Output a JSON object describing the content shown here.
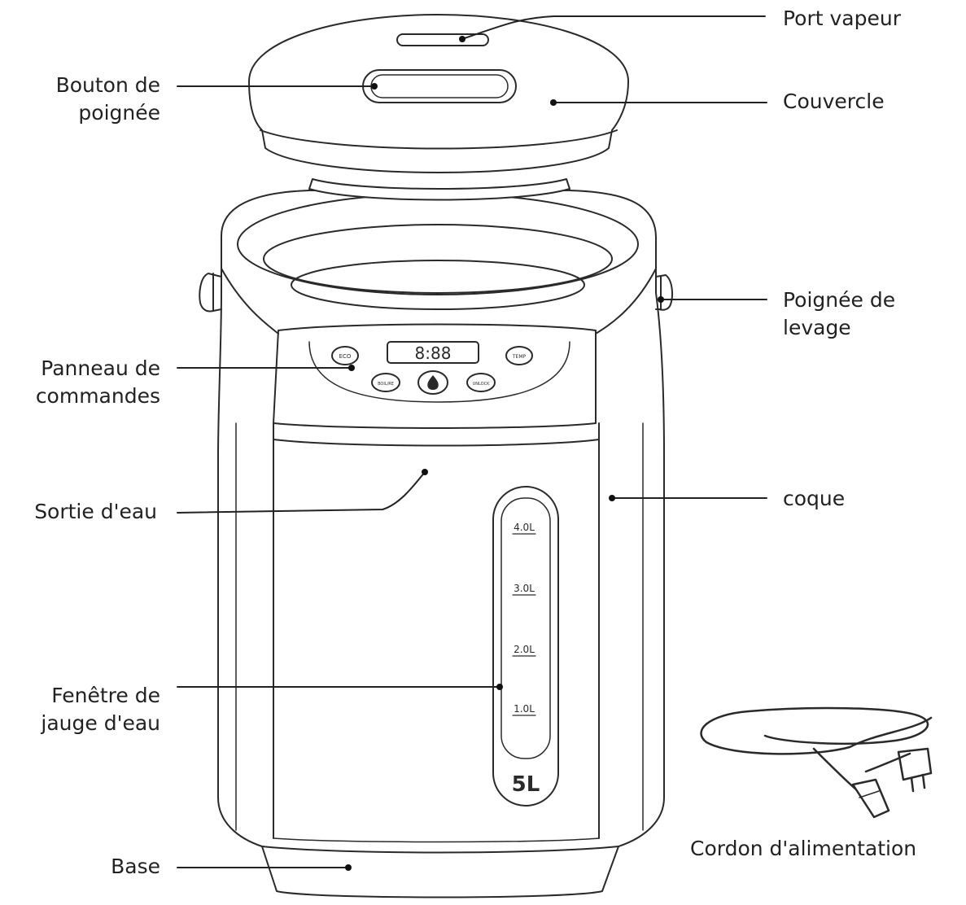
{
  "labels": {
    "steam_port": "Port vapeur",
    "lid": "Couvercle",
    "handle_knob": "Bouton de\npoignée",
    "lift_handle": "Poignée de\nlevage",
    "control_panel": "Panneau de\ncommandes",
    "water_outlet": "Sortie d'eau",
    "shell": "coque",
    "gauge_window": "Fenêtre de\njauge d'eau",
    "base": "Base",
    "power_cord": "Cordon d'alimentation"
  },
  "gauge": {
    "marks": [
      "4.0L",
      "3.0L",
      "2.0L",
      "1.0L"
    ],
    "capacity": "5L"
  },
  "panel": {
    "display": "8:88",
    "btn_eco": "ECO",
    "btn_temp": "TEMP",
    "btn_boil": "BOIL/RE",
    "btn_unlock": "UNLOCK",
    "colors": {
      "stroke": "#2a2a2a",
      "leader": "#222222"
    }
  }
}
